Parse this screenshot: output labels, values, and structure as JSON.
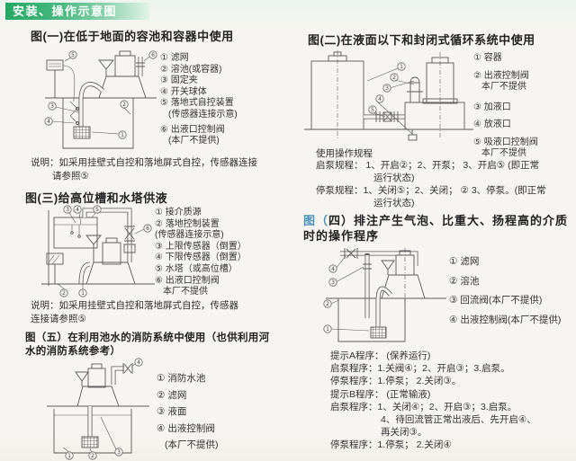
{
  "header": {
    "title": "安装、操作示意图"
  },
  "colors": {
    "header_green": "#26a864",
    "page_bg": "#f6f5f1",
    "line": "#5a5a5a",
    "text": "#333333"
  },
  "fig1": {
    "title": "图(一)在低于地面的容池和容器中使用",
    "legend": [
      "① 滤网",
      "② 溶池(或容器)",
      "③ 固定夹",
      "④ 开关球体",
      "⑤ 落地式自控装置",
      "(传感器连接示意)",
      "⑥ 出液口控制阀",
      "(本厂不提供)"
    ],
    "note": "说明：如采用挂壁式自控和落地屏式自控，传感器连接请参照⑤"
  },
  "fig2": {
    "title": "图(二)在液面以下和封闭式循环系统中使用",
    "legend": [
      "① 容器",
      "② 出液控制阀",
      "本厂不提供",
      "③ 加液口",
      "④ 放液口",
      "⑤ 吸液口控制阀",
      "本厂不提供"
    ],
    "procedure_heading": "使用操作规程",
    "procedures": [
      "启泵规程：  1、开启②；2、开泵；  3、开启⑤ (即正常",
      "运行状态)",
      "停泵规程：1、关闭⑤；2、关闭；  ②  3、停泵。(即正常",
      "运行状态)"
    ]
  },
  "fig3": {
    "title": "图(三)给高位槽和水塔供液",
    "legend": [
      "① 接介质源",
      "② 落地控制装置",
      "(传感器连接示意)",
      "③ 上限传感器（倒置）",
      "④ 下限传感器（倒置）",
      "⑤ 水塔（或高位槽）",
      "⑥ 出液口控制阀",
      "本厂不提供"
    ],
    "note": "说明：如采用挂壁式自控和落地屏式自控，传感器连接请参照⑤"
  },
  "fig4": {
    "title": "图（四）排注产生气泡、比重大、扬程高的介质时的操作程序",
    "legend": [
      "① 滤网",
      "② 溶池",
      "③ 回流阀(本厂不提供)",
      "④ 出液控制阀(本厂不提供)"
    ],
    "procedures": [
      "提示A程序：  (保养运行)",
      "启泵程序：1.关阀④；2、开启③；3.启泵。",
      "停泵程序：1.停泵；  2.关闭③。",
      "提示B程序：  (正常输液)",
      "启泵程序：1、关闭④；2、开启③；3.启泵。",
      "4、待回流管正常出液后、先开启④、",
      "再关闭③。",
      "停泵程序：1.停泵；  2.关闭④"
    ]
  },
  "fig5": {
    "title": "图（五）在利用池水的消防系统中使用（也供利用河水的消防系统参考）",
    "legend": [
      "① 消防水池",
      "② 滤网",
      "③ 液面",
      "④ 出液控制阀",
      "(本厂不提供)"
    ]
  }
}
